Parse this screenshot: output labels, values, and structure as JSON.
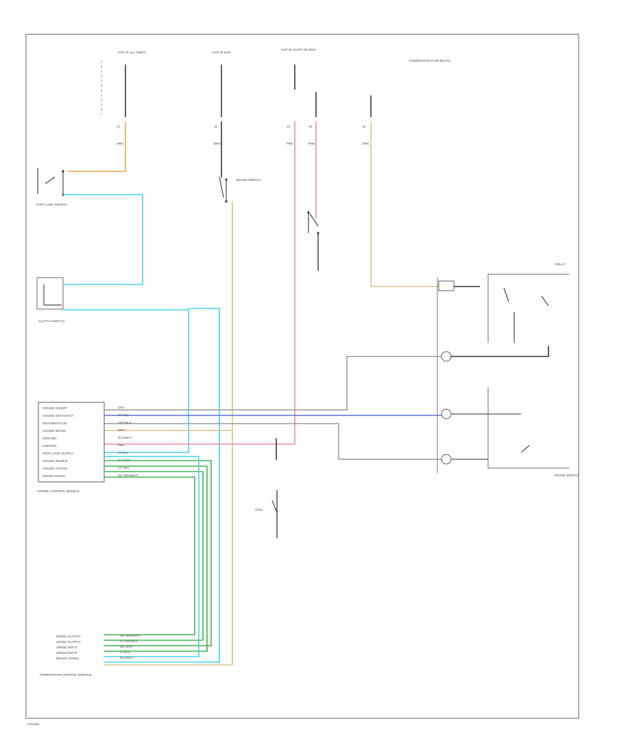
{
  "colors": {
    "background": "#ffffff",
    "frame": "#777777",
    "wire_orange": "#f4a24a",
    "wire_cyan": "#43d3e8",
    "wire_pink": "#f08aa0",
    "wire_tan": "#d9c48a",
    "wire_blue": "#5a6fd8",
    "wire_green": "#3fb04f",
    "wire_black": "#333333",
    "wire_gray": "#999999"
  },
  "footer_code": "CR1046",
  "fuse_labels": [
    "HOT AT ALL TIMES",
    "HOT IN RUN",
    "HOT IN START OR RUN",
    "UNDERHOOD FUSE BLOCK"
  ],
  "wire_codes_top": [
    "14",
    "ORN",
    "16",
    "BRN",
    "16",
    "PNK",
    "16",
    "PNK",
    "16",
    "ORN"
  ],
  "components": {
    "stop_lamp_switch": "STOP LAMP SWITCH",
    "brake_switch": "BRAKE SWITCH",
    "clutch_switch": "CLUTCH SWITCH",
    "cruise_control_module": "CRUISE CONTROL MODULE",
    "pcm": "POWERTRAIN CONTROL MODULE",
    "cruise_switch": "CRUISE SWITCH",
    "relay": "RELAY"
  },
  "module_pins": [
    "CRUISE ON/OFF",
    "CRUISE SET/COAST",
    "RESUME/ACCEL",
    "CRUISE BRAKE",
    "GROUND",
    "IGNITION",
    "STOP LAMP SUPPLY",
    "CRUISE ENABLE",
    "CRUISE STATUS",
    "SPEED SIGNAL"
  ],
  "module_wire_codes": [
    "GRY",
    "DK BLU",
    "GRY/BLK",
    "BRN",
    "BLK/WHT",
    "PNK",
    "LT BLU",
    "DK GRN",
    "LT GRN",
    "DK GRN/WHT"
  ],
  "pcm_pins": [
    "SPEED OUTPUT",
    "SPEED OUTPUT",
    "SPEED INPUT",
    "SPEED INPUT",
    "BRAKE SIGNAL"
  ],
  "pcm_wire_codes": [
    "DK GRN/WHT",
    "LT GRN/BLK",
    "DK GRN",
    "LT BLU",
    "BLK/WHT"
  ],
  "ground_label": "G101"
}
